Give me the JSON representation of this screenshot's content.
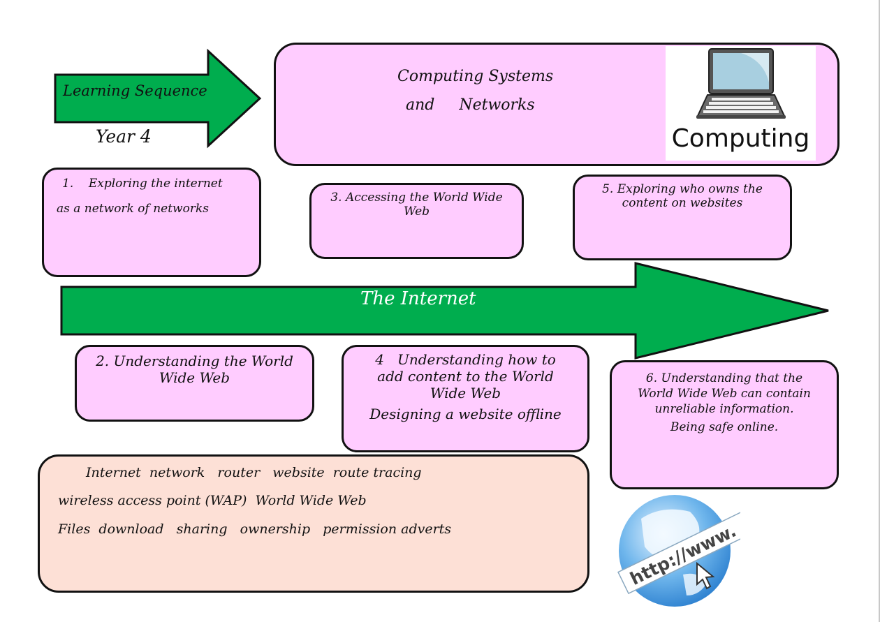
{
  "header": {
    "arrow_label": "Learning Sequence",
    "year": "Year 4",
    "topic_line1": "Computing Systems",
    "topic_line2": "and     Networks",
    "symbol_caption": "Computing"
  },
  "timeline": {
    "label": "The Internet"
  },
  "steps": [
    {
      "number": "1.",
      "lines": [
        "1.    Exploring the internet",
        "as a network of networks"
      ]
    },
    {
      "number": "2.",
      "lines": [
        "2. Understanding the World",
        "Wide Web"
      ]
    },
    {
      "number": "3.",
      "lines": [
        "3. Accessing the World Wide",
        "Web"
      ]
    },
    {
      "number": "4",
      "lines": [
        "4   Understanding how to",
        "add content to the World",
        "Wide Web",
        "Designing a website offline"
      ]
    },
    {
      "number": "5.",
      "lines": [
        "5. Exploring who owns the",
        "content on websites"
      ]
    },
    {
      "number": "6.",
      "lines": [
        "6. Understanding that the",
        "World Wide Web can contain",
        "unreliable information.",
        "Being safe online."
      ]
    }
  ],
  "vocabulary": {
    "lines": [
      "Internet  network   router   website  route tracing",
      "wireless access point (WAP)  World Wide Web",
      "Files  download   sharing   ownership   permission adverts"
    ]
  },
  "globe": {
    "url_text": "http://www."
  },
  "colors": {
    "arrow_green": "#00ad4e",
    "box_pink": "#ffccff",
    "vocab_peach": "#fde0d6",
    "outline": "#111111"
  }
}
